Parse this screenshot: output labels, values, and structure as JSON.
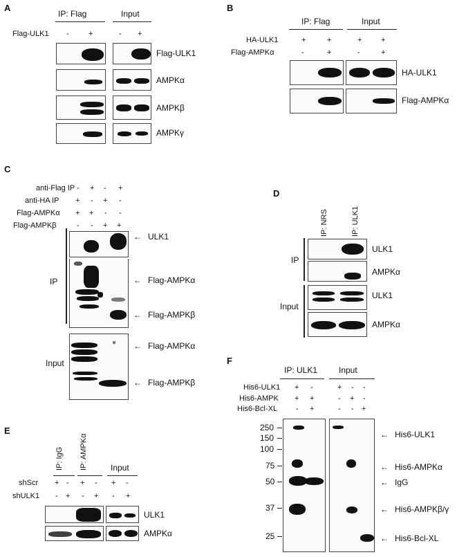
{
  "panelA": {
    "letter": "A",
    "group_ip": "IP: Flag",
    "group_input": "Input",
    "row_label": "Flag-ULK1",
    "signs": [
      "-",
      "+",
      "-",
      "+"
    ],
    "bands": [
      "Flag-ULK1",
      "AMPKα",
      "AMPKβ",
      "AMPKγ"
    ]
  },
  "panelB": {
    "letter": "B",
    "group_ip": "IP: Flag",
    "group_input": "Input",
    "rows": [
      {
        "label": "HA-ULK1",
        "signs": [
          "+",
          "+",
          "+",
          "+"
        ]
      },
      {
        "label": "Flag-AMPKα",
        "signs": [
          "-",
          "+",
          "-",
          "+"
        ]
      }
    ],
    "bands": [
      "HA-ULK1",
      "Flag-AMPKα"
    ]
  },
  "panelC": {
    "letter": "C",
    "rows": [
      {
        "label": "anti-Flag IP",
        "signs": [
          "-",
          "+",
          "-",
          "+"
        ]
      },
      {
        "label": "anti-HA IP",
        "signs": [
          "+",
          "-",
          "+",
          "-"
        ]
      },
      {
        "label": "Flag-AMPKα",
        "signs": [
          "+",
          "+",
          "-",
          "-"
        ]
      },
      {
        "label": "Flag-AMPKβ",
        "signs": [
          "-",
          "-",
          "+",
          "+"
        ]
      }
    ],
    "side_ip": "IP",
    "side_input": "Input",
    "arrows": [
      "ULK1",
      "Flag-AMPKα",
      "Flag-AMPKβ",
      "Flag-AMPKα",
      "Flag-AMPKβ"
    ]
  },
  "panelD": {
    "letter": "D",
    "lanes": [
      "IP: NRS",
      "IP: ULK1"
    ],
    "side_ip": "IP",
    "side_input": "Input",
    "bands": [
      "ULK1",
      "AMPKα",
      "ULK1",
      "AMPKα"
    ]
  },
  "panelE": {
    "letter": "E",
    "lanes": [
      "IP: IgG",
      "IP: AMPKα"
    ],
    "group_input": "Input",
    "rows": [
      {
        "label": "shScr",
        "signs": [
          "+",
          "-",
          "+",
          "-",
          "+",
          "-"
        ]
      },
      {
        "label": "shULK1",
        "signs": [
          "-",
          "+",
          "-",
          "+",
          "-",
          "+"
        ]
      }
    ],
    "bands": [
      "ULK1",
      "AMPKα"
    ]
  },
  "panelF": {
    "letter": "F",
    "group_ip": "IP: ULK1",
    "group_input": "Input",
    "rows": [
      {
        "label": "His6-ULK1",
        "signs": [
          "+",
          "-",
          "+",
          "-",
          "-"
        ]
      },
      {
        "label": "His6-AMPK",
        "signs": [
          "+",
          "+",
          "-",
          "+",
          "-"
        ]
      },
      {
        "label": "His6-Bcl-XL",
        "signs": [
          "-",
          "+",
          "-",
          "-",
          "+"
        ]
      }
    ],
    "mw": [
      "250",
      "150",
      "100",
      "75",
      "50",
      "37",
      "25"
    ],
    "arrows": [
      "His6-ULK1",
      "His6-AMPKα",
      "IgG",
      "His6-AMPKβ/γ",
      "His6-Bcl-XL"
    ]
  }
}
